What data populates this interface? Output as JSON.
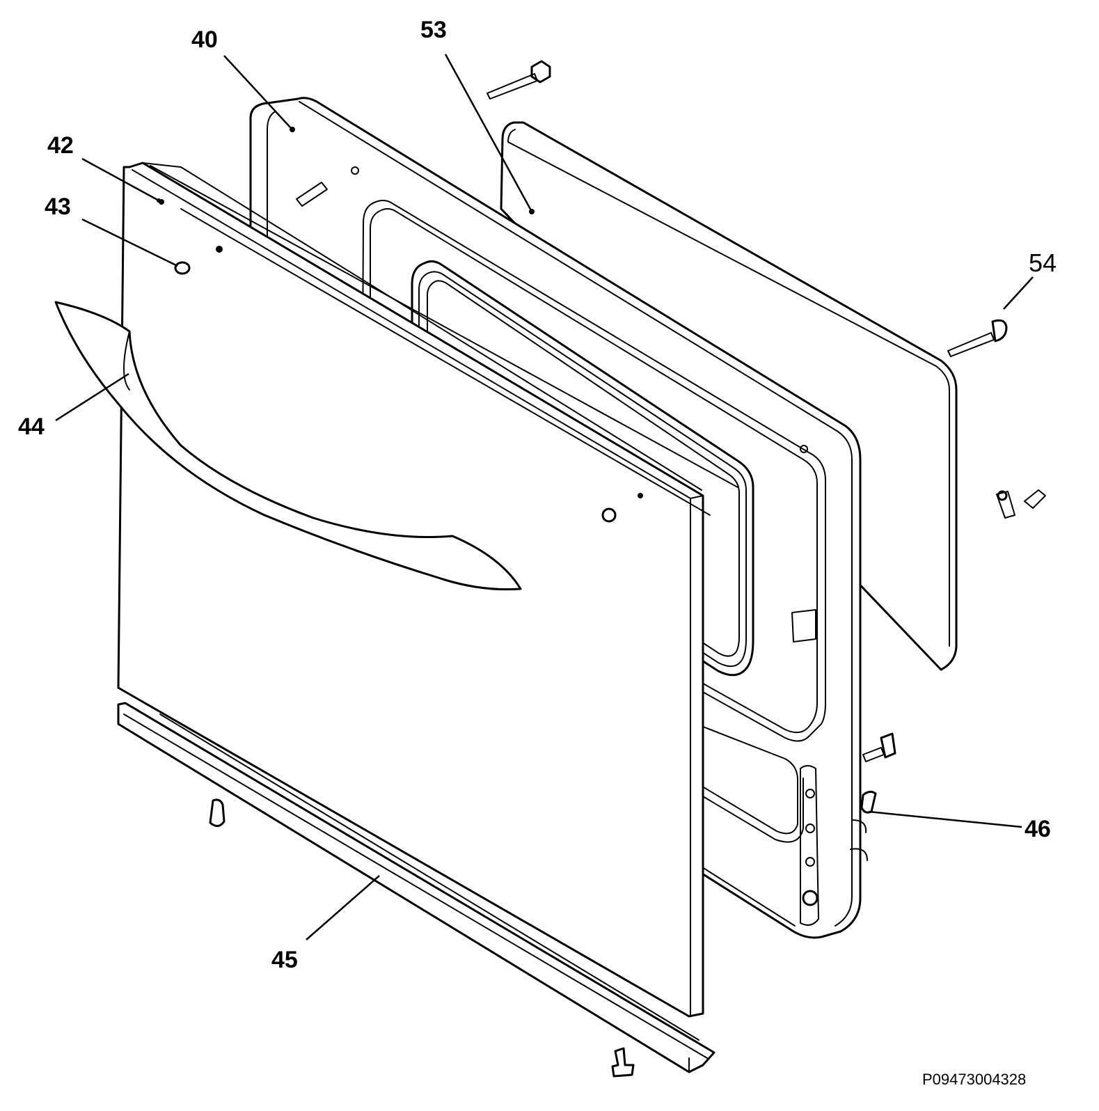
{
  "diagram": {
    "callouts": [
      {
        "id": "40",
        "label": "40"
      },
      {
        "id": "42",
        "label": "42"
      },
      {
        "id": "43",
        "label": "43"
      },
      {
        "id": "44",
        "label": "44"
      },
      {
        "id": "45",
        "label": "45"
      },
      {
        "id": "46",
        "label": "46"
      },
      {
        "id": "53",
        "label": "53"
      },
      {
        "id": "54",
        "label": "54"
      }
    ],
    "reference_code": "P09473004328"
  }
}
